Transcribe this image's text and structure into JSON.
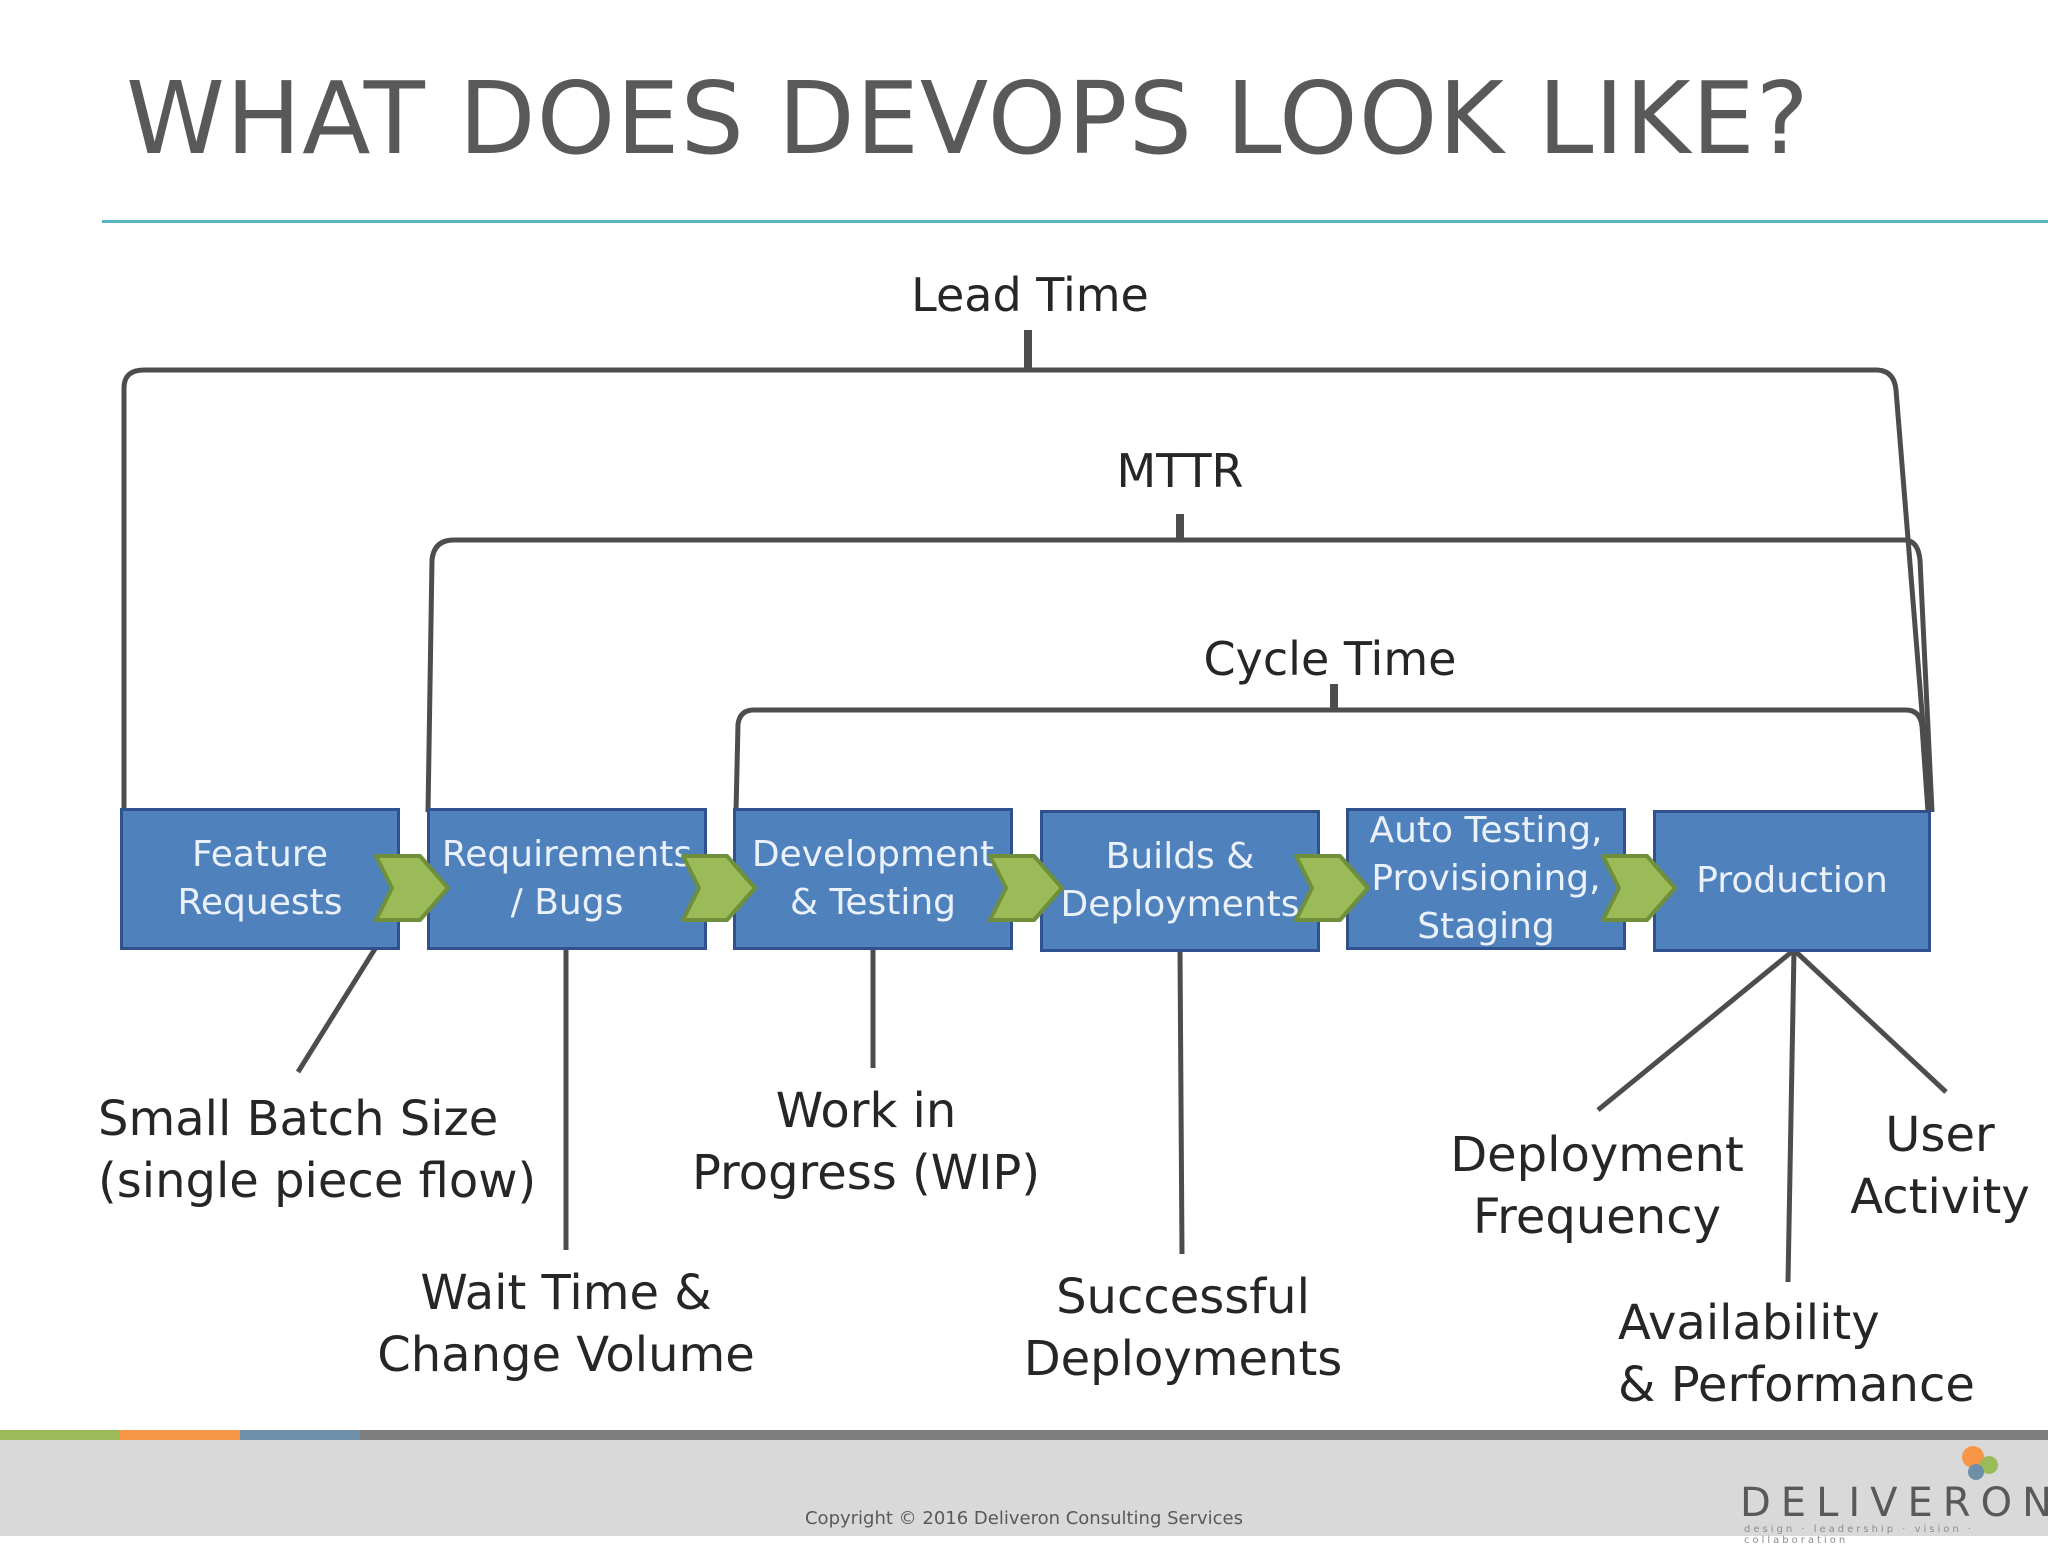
{
  "title": "WHAT DOES DEVOPS LOOK LIKE?",
  "spans": {
    "lead_time": "Lead Time",
    "mttr": "MTTR",
    "cycle_time": "Cycle Time"
  },
  "stages": [
    {
      "line1": "Feature",
      "line2": "Requests",
      "line3": ""
    },
    {
      "line1": "Requirements",
      "line2": "/ Bugs",
      "line3": ""
    },
    {
      "line1": "Development",
      "line2": "& Testing",
      "line3": ""
    },
    {
      "line1": "Builds &",
      "line2": "Deployments",
      "line3": ""
    },
    {
      "line1": "Auto Testing,",
      "line2": "Provisioning,",
      "line3": "Staging"
    },
    {
      "line1": "Production",
      "line2": "",
      "line3": ""
    }
  ],
  "metrics": {
    "small_batch": {
      "line1": "Small Batch Size",
      "line2": "(single piece flow)"
    },
    "wait_time": {
      "line1": "Wait Time &",
      "line2": "Change Volume"
    },
    "wip": {
      "line1": "Work in",
      "line2": "Progress (WIP)"
    },
    "successful_deployments": {
      "line1": "Successful",
      "line2": "Deployments"
    },
    "deployment_frequency": {
      "line1": "Deployment",
      "line2": "Frequency"
    },
    "availability": {
      "line1": "Availability",
      "line2": "& Performance"
    },
    "user_activity": {
      "line1": "User",
      "line2": "Activity"
    }
  },
  "footer": {
    "copyright": "Copyright © 2016 Deliveron Consulting Services",
    "logo": "DELIVERON",
    "logo_tagline": "design · leadership · vision · collaboration"
  },
  "colors": {
    "box_fill": "#4f81bd",
    "box_border": "#2f528f",
    "arrow_fill": "#9bbb59",
    "arrow_border": "#6f8f3a",
    "bracket": "#4d4d4d",
    "title_rule": "#5bb4c0",
    "footer_stripes": [
      "#9bbb59",
      "#f79646",
      "#6f8fa8",
      "#7f7f7f"
    ]
  }
}
